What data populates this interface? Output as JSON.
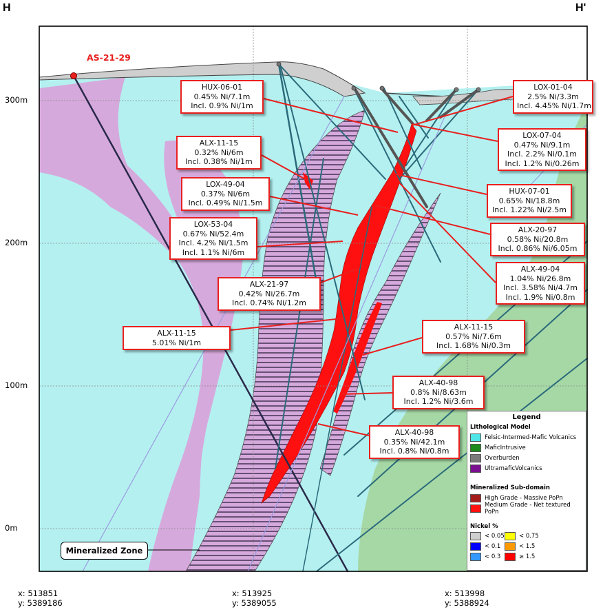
{
  "section": {
    "left_label": "H",
    "right_label": "H'"
  },
  "elevation_ticks": [
    "300m",
    "200m",
    "100m",
    "0m"
  ],
  "coordinates": [
    {
      "x": "x: 513851",
      "y": "y: 5389186"
    },
    {
      "x": "x: 513925",
      "y": "y: 5389055"
    },
    {
      "x": "x: 513998",
      "y": "y: 5388924"
    }
  ],
  "collar_label": "AS-21-29",
  "zone_label": "Mineralized Zone",
  "callouts": [
    {
      "id": "hux-06-01",
      "lines": [
        "HUX-06-01",
        "0.45% Ni/7.1m",
        "Incl. 0.9% Ni/1m"
      ]
    },
    {
      "id": "lox-01-04",
      "lines": [
        "LOX-01-04",
        "2.5% Ni/3.3m",
        "Incl. 4.45% Ni/1.7m"
      ]
    },
    {
      "id": "alx-11-15-a",
      "lines": [
        "ALX-11-15",
        "0.32% Ni/6m",
        "Incl. 0.38% Ni/1m"
      ]
    },
    {
      "id": "lox-07-04",
      "lines": [
        "LOX-07-04",
        "0.47% Ni/9.1m",
        "Incl. 2.2% Ni/0.1m",
        "Incl. 1.2% Ni/0.26m"
      ]
    },
    {
      "id": "lox-49-04",
      "lines": [
        "LOX-49-04",
        "0.37% Ni/6m",
        "Incl. 0.49% Ni/1.5m"
      ]
    },
    {
      "id": "hux-07-01",
      "lines": [
        "HUX-07-01",
        "0.65% Ni/18.8m",
        "Incl. 1.22% Ni/2.5m"
      ]
    },
    {
      "id": "lox-53-04",
      "lines": [
        "LOX-53-04",
        "0.67% Ni/52.4m",
        "Incl. 4.2% Ni/1.5m",
        "Incl. 1.1% Ni/6m"
      ]
    },
    {
      "id": "alx-20-97",
      "lines": [
        "ALX-20-97",
        "0.58% Ni/20.8m",
        "Incl. 0.86% Ni/6.05m"
      ]
    },
    {
      "id": "alx-49-04",
      "lines": [
        "ALX-49-04",
        "1.04% Ni/26.8m",
        "Incl. 3.58% Ni/4.7m",
        "Incl. 1.9% Ni/0.8m"
      ]
    },
    {
      "id": "alx-21-97",
      "lines": [
        "ALX-21-97",
        "0.42% Ni/26.7m",
        "Incl. 0.74% Ni/1.2m"
      ]
    },
    {
      "id": "alx-11-15-b",
      "lines": [
        "ALX-11-15",
        "5.01% Ni/1m"
      ]
    },
    {
      "id": "alx-11-15-c",
      "lines": [
        "ALX-11-15",
        "0.57% Ni/7.6m",
        "Incl. 1.68% Ni/0.3m"
      ]
    },
    {
      "id": "alx-40-98-a",
      "lines": [
        "ALX-40-98",
        "0.8% Ni/8.63m",
        "Incl. 1.2% Ni/3.6m"
      ]
    },
    {
      "id": "alx-40-98-b",
      "lines": [
        "ALX-40-98",
        "0.35% Ni/42.1m",
        "Incl. 0.8% Ni/0.8m"
      ]
    }
  ],
  "legend": {
    "title": "Legend",
    "lithology_heading": "Lithological Model",
    "lithology": [
      {
        "label": "Felsic-Intermed-Mafic Volcanics",
        "color": "#4ee6e6"
      },
      {
        "label": "MaficIntrusive",
        "color": "#1d8a1d"
      },
      {
        "label": "Overburden",
        "color": "#7a7a7a"
      },
      {
        "label": "UltramaficVolcanics",
        "color": "#7a0f8f"
      }
    ],
    "subdomain_heading": "Mineralized Sub-domain",
    "subdomains": [
      {
        "label": "High Grade - Massive PoPn",
        "color": "#a51c1c"
      },
      {
        "label": "Medium Grade - Net textured PoPn",
        "color": "#ff1010"
      }
    ],
    "nickel_heading": "Nickel %",
    "nickel": [
      {
        "label": "< 0.05",
        "color": "#cfcfcf"
      },
      {
        "label": "< 0.75",
        "color": "#ffff00"
      },
      {
        "label": "< 0.1",
        "color": "#0000ff"
      },
      {
        "label": "< 1.5",
        "color": "#ff9900"
      },
      {
        "label": "< 0.3",
        "color": "#3399ff"
      },
      {
        "label": "≥ 1.5",
        "color": "#ff0000"
      }
    ]
  },
  "colors": {
    "felsic": "#b4f0f0",
    "ultramafic": "#d6a9dc",
    "mafic": "#a6d8a6",
    "overburden": "#cfcfcf",
    "medium_grade": "#ff1010",
    "callout_border": "#e8201e"
  }
}
